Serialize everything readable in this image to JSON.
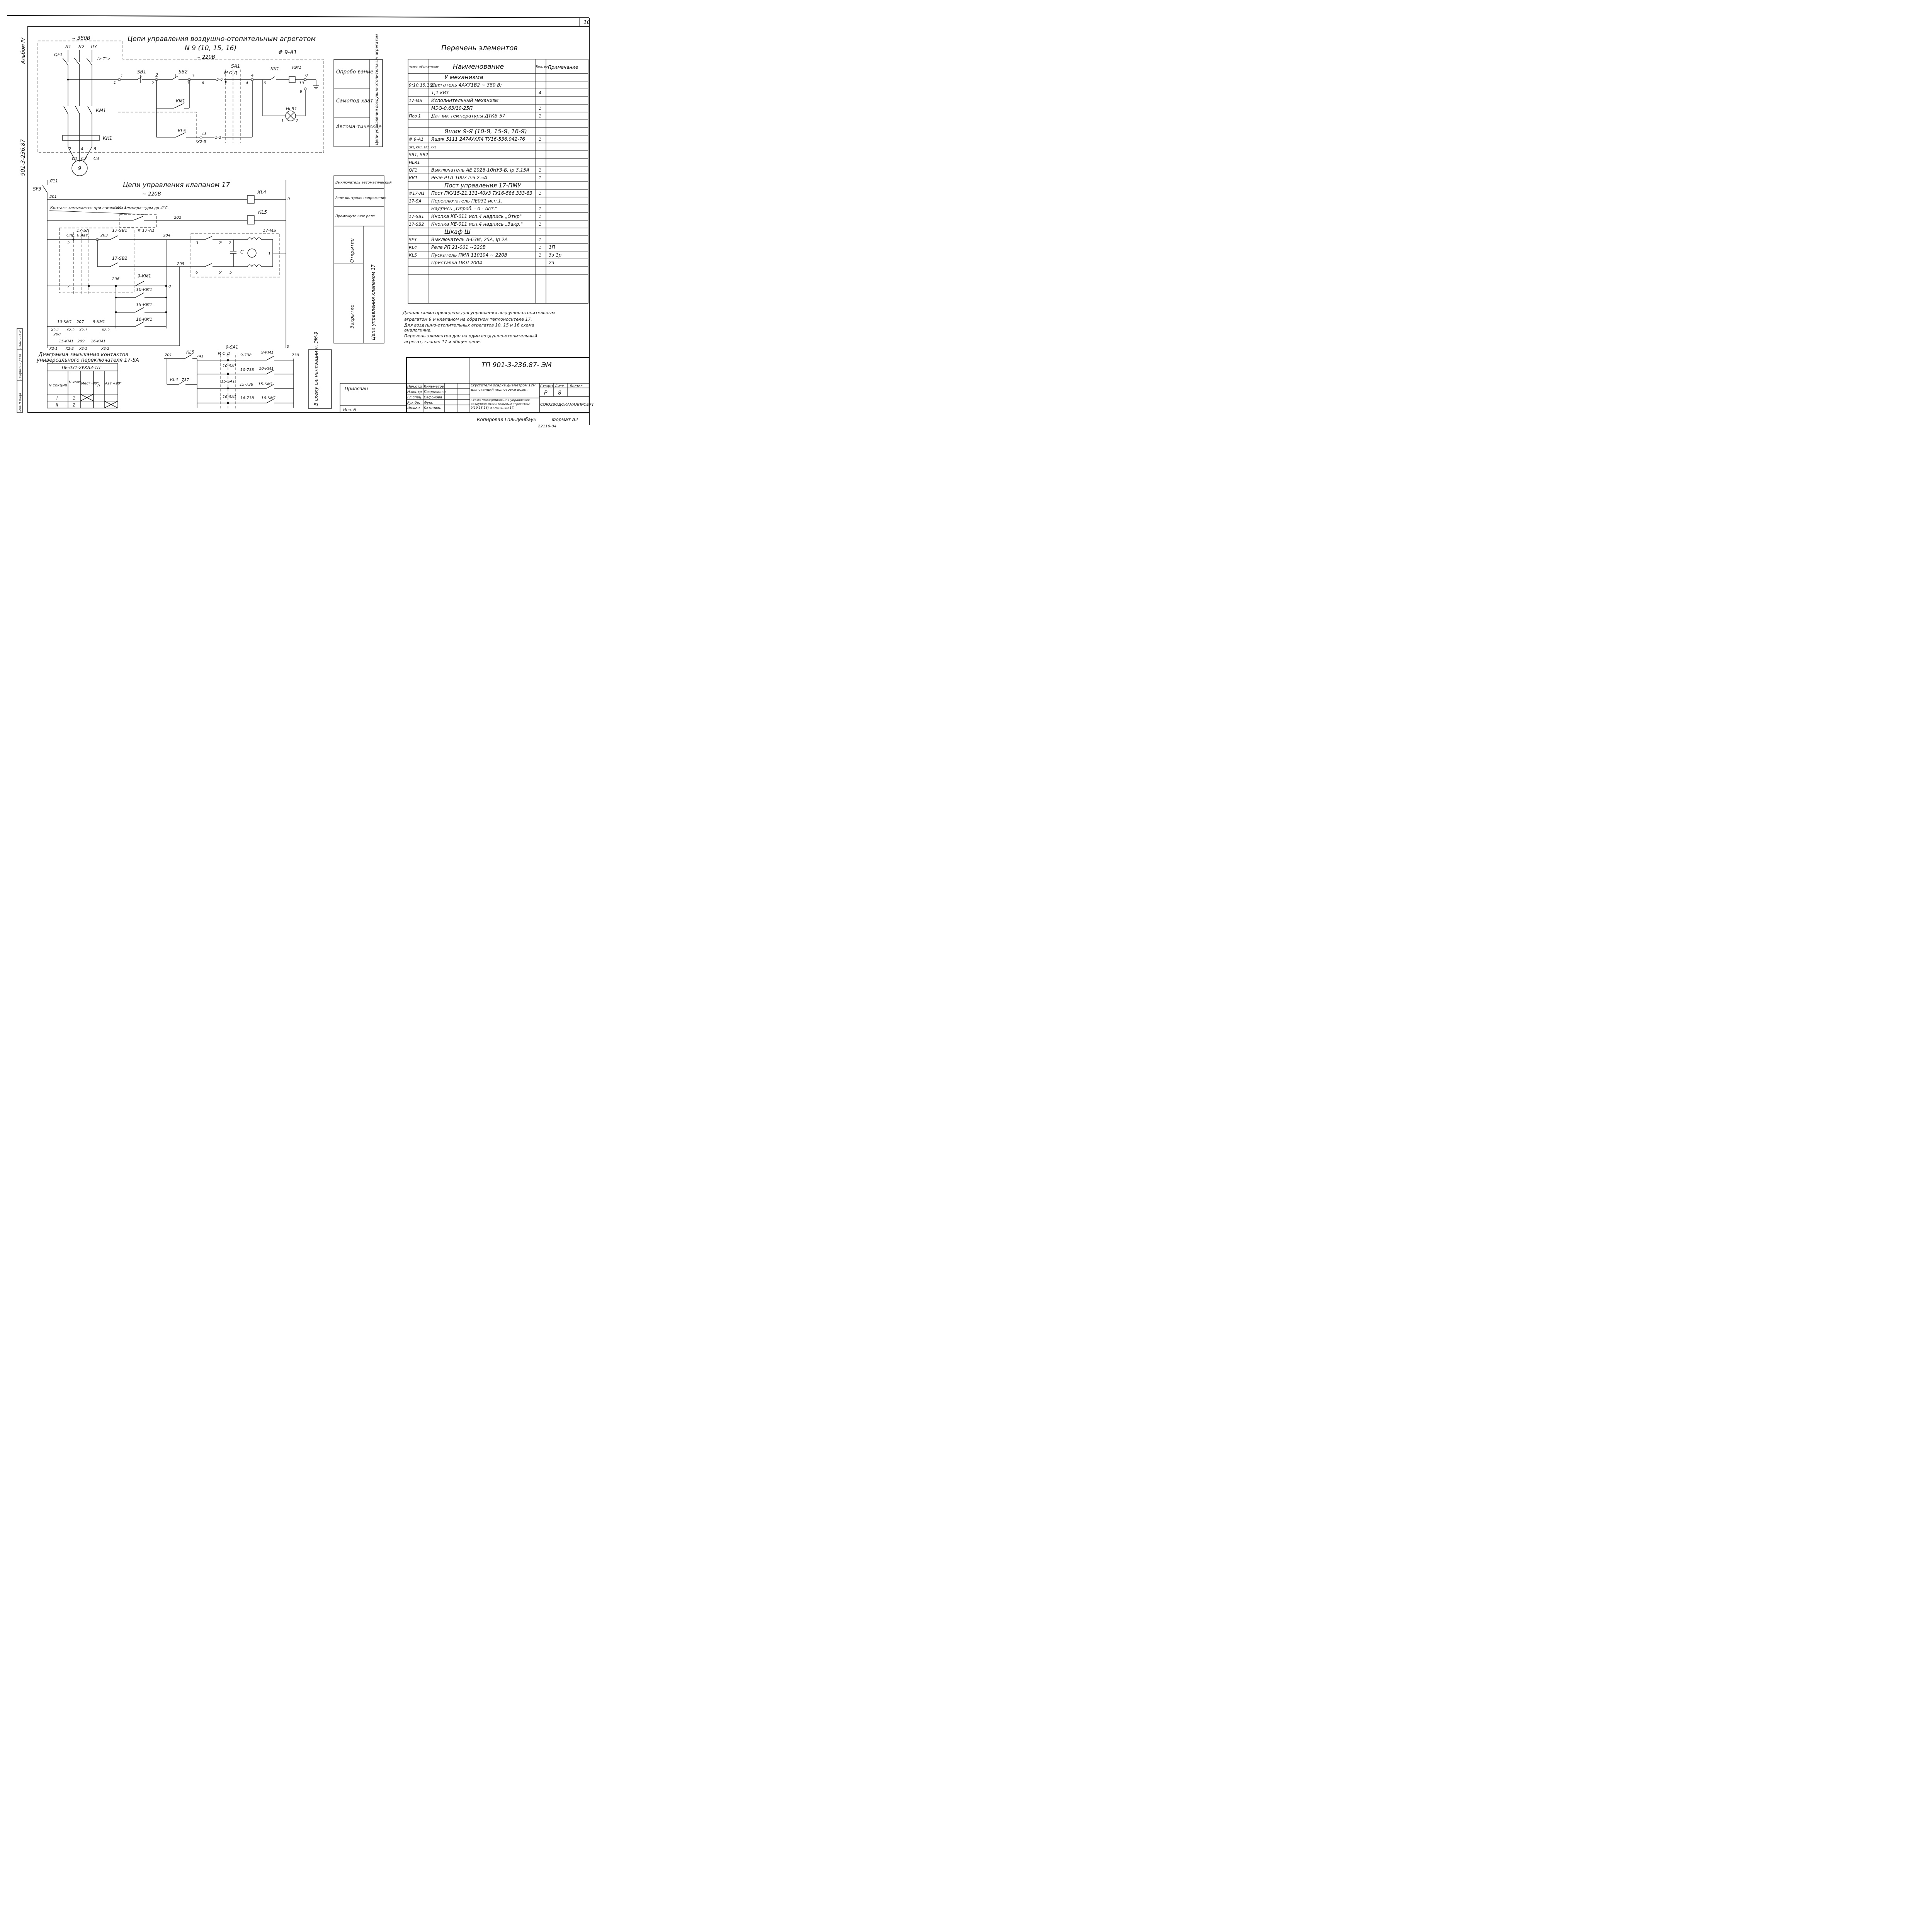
{
  "sheet": {
    "page_no": "10",
    "album": "Альбом IV",
    "doc_code_vertical": "901-3-236.87",
    "inv_col": [
      "Инв.N подл.",
      "Подпись и дата",
      "Взам.инв.N"
    ]
  },
  "air_unit": {
    "title1": "Цепи управления воздушно-отопительным агрегатом",
    "title2": "N 9 (10, 15, 16)",
    "ref": "# 9-А1",
    "v380": "~ 380В",
    "v220": "~ 220В",
    "phases": [
      "Л1",
      "Л2",
      "Л3"
    ],
    "qf": "QF1",
    "qf_marks": "I> T°>",
    "km1": "КМ1",
    "kk1": "КК1",
    "terms": [
      "2",
      "4",
      "6"
    ],
    "motor_terms": [
      "С1",
      "С2",
      "С3"
    ],
    "motor": "9",
    "sb1": "SB1",
    "sb2": "SB2",
    "sa1": "SA1",
    "sa1_pos": "М О Д",
    "kk1_c": "КК1",
    "km1_coil": "КМ1",
    "km1_c": "КМ1",
    "kl5_c": "КL5",
    "hl": "HLR1",
    "x25": "Х2-5",
    "n12": "1-2",
    "n56": "5-6",
    "wire_nums": [
      "1",
      "1",
      "2",
      "2",
      "3",
      "3",
      "6",
      "4",
      "4",
      "6",
      "0",
      "10",
      "9",
      "11",
      "1",
      "2"
    ]
  },
  "modes_table": {
    "modes": [
      "Опробо-вание",
      "Самопод-хват",
      "Автома-тическое"
    ],
    "vertical": "Цепи управления воздушно-отопительным агрегатом"
  },
  "valve": {
    "title": "Цепи управления клапаном 17",
    "v220": "~ 220В",
    "sf3": "SF3",
    "l11": "Л11",
    "w201": "201",
    "w202": "202",
    "w203": "203",
    "w204": "204",
    "w205": "205",
    "w206": "206",
    "w207": "207",
    "w208": "208",
    "w209": "209",
    "kl4": "КL4",
    "kl5": "КL5",
    "zero": "0",
    "note": "Контакт замыкается при снижении темпера-туры до 4°С.",
    "poz1": "Поз. 1",
    "sa17": "17-SA",
    "sa17_pos": "Опр.  0  Авт.",
    "sb171": "17-SВ1",
    "sb172": "17-SВ2",
    "ref17": "# 17-А1",
    "ms17": "17-MS",
    "cap": "С",
    "contacts": [
      "9-КМ1",
      "10-КМ1",
      "15-КМ1",
      "16-КМ1"
    ],
    "bottom_contacts": [
      "10-КМ1",
      "9-КМ1",
      "15-КМ1",
      "16-КМ1"
    ],
    "x_labels": [
      "Х2-1",
      "Х2-2",
      "Х2-1",
      "Х2-2",
      "Х2-1",
      "Х2-2",
      "Х2-1",
      "Х2-2"
    ],
    "terms": [
      "3",
      "2'",
      "2",
      "1",
      "6",
      "5'",
      "5",
      "1",
      "2",
      "7",
      "8"
    ]
  },
  "valve_table": {
    "rows": [
      "Выключатель автоматический",
      "Реле контроля напряжения",
      "Промежуточное реле"
    ],
    "open": "Открытие",
    "close": "Закрытие",
    "vertical": "Цепи управления клапаном 17"
  },
  "diagram": {
    "title1": "Диаграмма замыкания контактов",
    "title2": "универсального переключателя 17-SA",
    "switch": "ПЕ-031-2УХЛ3-1П",
    "h_sec": "N секций",
    "h_cont": "N конт.",
    "h_m": "Мест -90°",
    "h_0": "0",
    "h_a": "Авт +90°",
    "rows": [
      {
        "sec": "I",
        "cont": "1"
      },
      {
        "sec": "II",
        "cont": "2"
      }
    ]
  },
  "signal": {
    "kl5": "КL5",
    "kl4": "КL4",
    "w701": "701",
    "w741": "741",
    "w737": "737",
    "w739": "739",
    "zero": "0",
    "sa": [
      "9-SA1",
      "10-SA1",
      "15-SA1",
      "16-SA1"
    ],
    "sa_pos": "М О Д",
    "n738": [
      "9-738",
      "10-738",
      "15-738",
      "16-738"
    ],
    "km": [
      "9-КМ1",
      "10-КМ1",
      "15-КМ1",
      "16-КМ1"
    ],
    "side": "В схему сигнализации л. ЭМ-9"
  },
  "elements": {
    "title": "Перечень элементов",
    "headers": {
      "pos": "Позиц. обозна-чение",
      "name": "Наименование",
      "qty": "Кол. во",
      "note": "Примечание"
    },
    "sections": [
      {
        "title": "У механизма",
        "rows": [
          {
            "pos": "9(10,15,16)",
            "name": "Двигатель 4АХ71В2        ~ 380 В;",
            "qty": "",
            "note": ""
          },
          {
            "pos": "",
            "name": "1,1 кВт",
            "qty": "4",
            "note": ""
          },
          {
            "pos": "17-MS",
            "name": "Исполнительный механизм",
            "qty": "",
            "note": ""
          },
          {
            "pos": "",
            "name": "МЭО-0,63/10-25П",
            "qty": "1",
            "note": ""
          },
          {
            "pos": "Поз 1",
            "name": "Датчик температуры ДТКБ-57",
            "qty": "1",
            "note": ""
          },
          {
            "pos": "",
            "name": "",
            "qty": "",
            "note": ""
          }
        ]
      },
      {
        "title": "Ящик 9-Я (10-Я, 15-Я, 16-Я)",
        "rows": [
          {
            "pos": "# 9-А1",
            "name": "Ящик 5111 2474УХЛ4 ТУ16-536.042-76",
            "qty": "1",
            "note": ""
          },
          {
            "pos": "QF1, КМ1, SA1, КК1",
            "name": "",
            "qty": "",
            "note": ""
          },
          {
            "pos": "SB1, SB2",
            "name": "",
            "qty": "",
            "note": ""
          },
          {
            "pos": "HLR1",
            "name": "",
            "qty": "",
            "note": ""
          },
          {
            "pos": "QF1",
            "name": "Выключатель АЕ 2026-10НУ3-Б, Iр 3.15А",
            "qty": "1",
            "note": ""
          },
          {
            "pos": "КК1",
            "name": "Реле РТЛ-1007   Iнэ 2.5А",
            "qty": "1",
            "note": ""
          }
        ]
      },
      {
        "title": "Пост управления 17-ПМУ",
        "rows": [
          {
            "pos": "#17-А1",
            "name": "Пост ПКУ15-21.131-40У3 ТУ16-586.333-83",
            "qty": "1",
            "note": ""
          },
          {
            "pos": "17-SA",
            "name": "Переключатель ПЕ031 исп.1.",
            "qty": "",
            "note": ""
          },
          {
            "pos": "",
            "name": "Надпись „Опроб. - 0 - Авт.\"",
            "qty": "1",
            "note": ""
          },
          {
            "pos": "17-SВ1",
            "name": "Кнопка КЕ-011 исп.4 надпись „Откр\"",
            "qty": "1",
            "note": ""
          },
          {
            "pos": "17-SВ2",
            "name": "Кнопка КЕ-011 исп.4 надпись „Закр.\"",
            "qty": "1",
            "note": ""
          }
        ]
      },
      {
        "title": "Шкаф Ш",
        "rows": [
          {
            "pos": "SF3",
            "name": "Выключатель А-63М, 25А, Iр 2А",
            "qty": "1",
            "note": ""
          },
          {
            "pos": "КL4",
            "name": "Реле РП 21-001      ~220В",
            "qty": "1",
            "note": "1П"
          },
          {
            "pos": "КL5",
            "name": "Пускатель ПМЛ 110104 ~ 220В",
            "qty": "1",
            "note": "3з 1р"
          },
          {
            "pos": "",
            "name": "Приставка  ПКЛ 2004",
            "qty": "",
            "note": "2з"
          },
          {
            "pos": "",
            "name": "",
            "qty": "",
            "note": ""
          }
        ]
      }
    ]
  },
  "notes": [
    "Данная схема приведена для управления воздушно-отопительным",
    "агрегатом 9 и клапаном на обратном теплоносителе 17.",
    "Для воздушно-отопительных агрегатов 10, 15 и 16 схема",
    "аналогична.",
    "Перечень элементов дан на один воздушно-отопительный",
    "агрегат, клапан 17 и общие цепи."
  ],
  "stamp": {
    "code": "ТП 901-3-236.87-   ЭМ",
    "privyazan": "Привязан",
    "inv": "Инв. N",
    "roles": [
      "Нач.отд.",
      "Н.контр.",
      "Гл.спец.",
      "Рук.бр.",
      "Инжен."
    ],
    "names": [
      "Кильметов",
      "Позднякова",
      "Сафонова",
      "Фукс",
      "Базиниян"
    ],
    "title1": "Сгустители осадка диаметром 12м для станций подготовки воды.",
    "title2": "Схема принципиальная управления воздушно-отопительным агрегатом 9(10,15,16) и клапаном 17.",
    "stage_h": "Стадия",
    "sheet_h": "Лист",
    "sheets_h": "Листов",
    "stage": "Р",
    "sheet": "8",
    "org": "СОЮЗВОДОКАНАЛПРОЕКТ"
  },
  "footer": {
    "copied": "Копировал Гольденбаун",
    "format": "Формат А2",
    "num": "22116-04"
  }
}
